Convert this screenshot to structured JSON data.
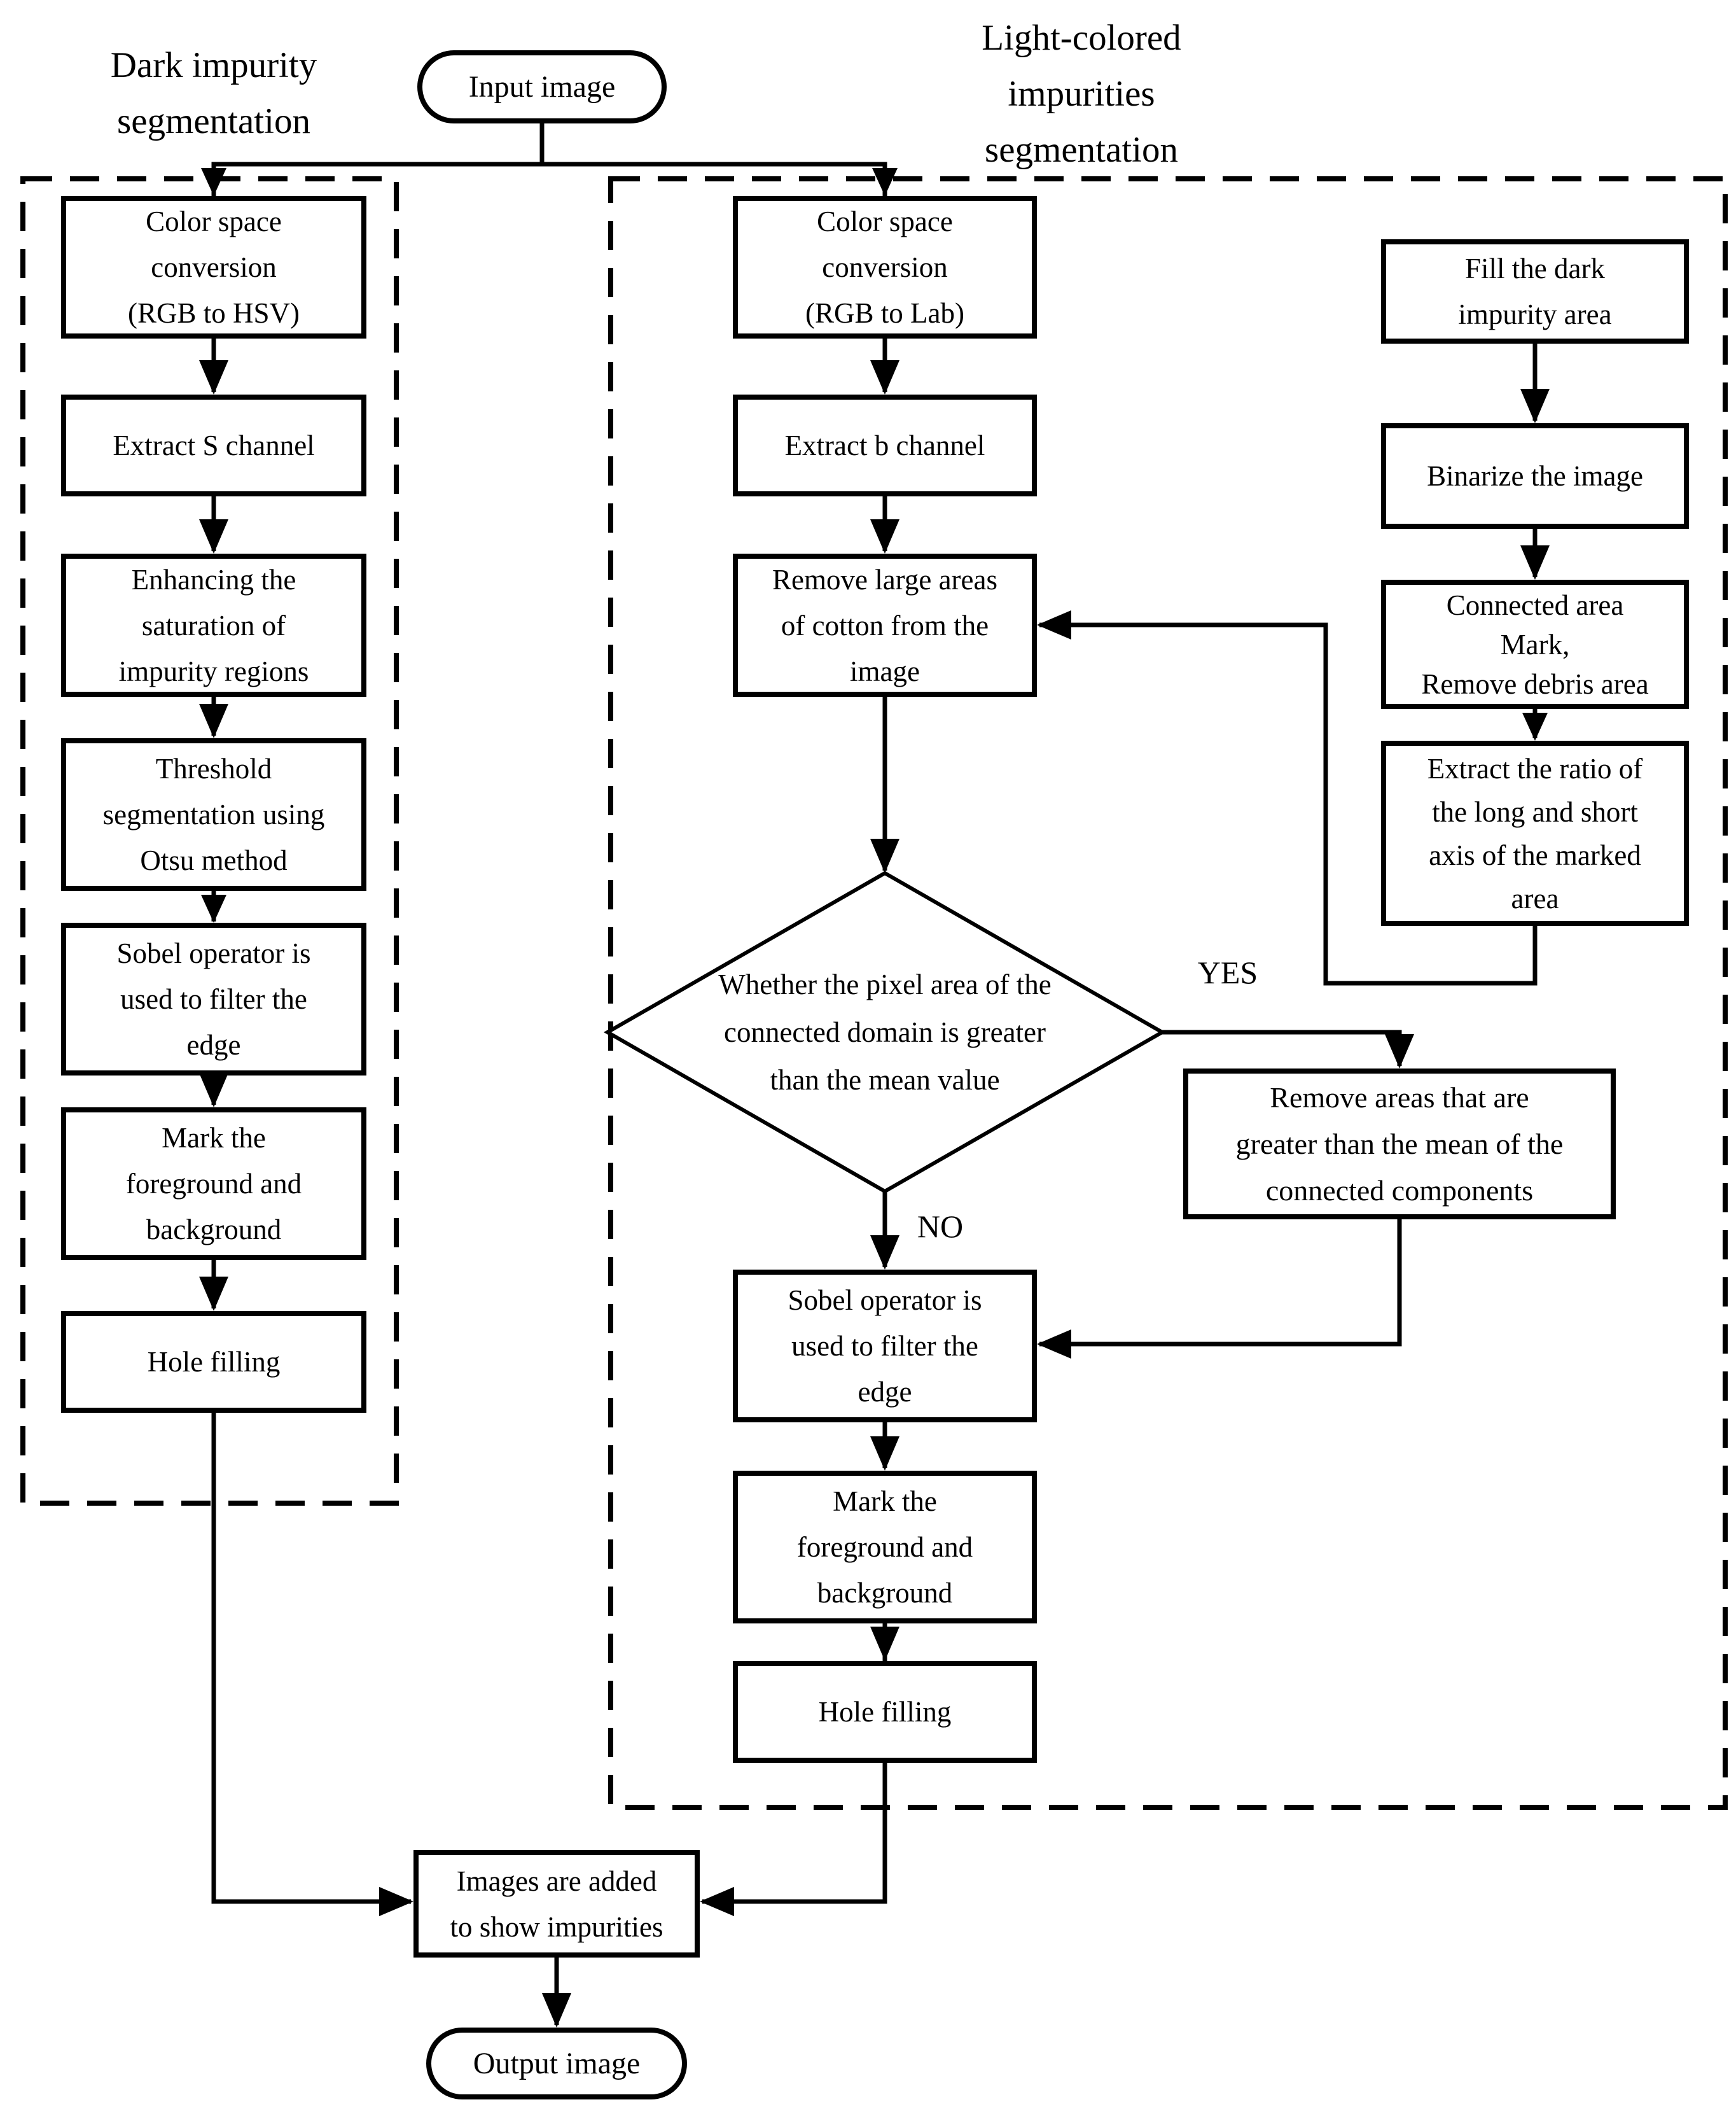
{
  "titles": {
    "left": "Dark impurity\nsegmentation",
    "right": "Light-colored\nimpurities\nsegmentation"
  },
  "terminals": {
    "input": "Input image",
    "output": "Output image"
  },
  "branch_labels": {
    "yes": "YES",
    "no": "NO"
  },
  "nodes": {
    "left_color_space": "Color space\nconversion\n(RGB to HSV)",
    "left_extract_s": "Extract S channel",
    "left_enhance": "Enhancing the\nsaturation of\nimpurity regions",
    "left_threshold": "Threshold\nsegmentation using\nOtsu method",
    "left_sobel": "Sobel operator is\nused to filter the\nedge",
    "left_mark": "Mark the\nforeground and\nbackground",
    "left_hole": "Hole filling",
    "mid_color_space": "Color space\nconversion\n(RGB to Lab)",
    "mid_extract_b": "Extract b channel",
    "mid_remove_cotton": "Remove large areas\nof cotton from the\nimage",
    "decision": "Whether the pixel area of the\nconnected domain is greater\nthan the mean value",
    "mid_sobel": "Sobel operator is\nused to filter the\nedge",
    "mid_mark": "Mark the\nforeground and\nbackground",
    "mid_hole": "Hole filling",
    "right_fill": "Fill the dark\nimpurity area",
    "right_binarize": "Binarize the image",
    "right_connected": "Connected area\nMark,\nRemove debris area",
    "right_ratio": "Extract the ratio of\nthe long and short\naxis of the marked\narea",
    "remove_greater": "Remove areas that are\ngreater than the mean of the\nconnected components",
    "add_images": "Images are added\nto show impurities"
  }
}
